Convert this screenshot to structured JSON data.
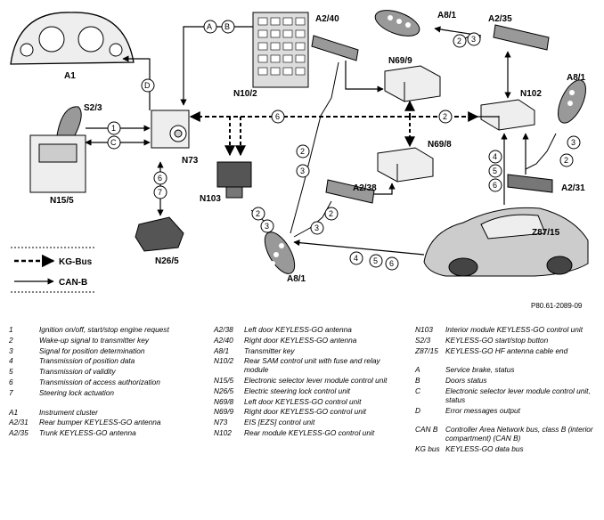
{
  "components": {
    "a1": "A1",
    "a2_40": "A2/40",
    "a8_1_top": "A8/1",
    "a2_35": "A2/35",
    "n69_9": "N69/9",
    "n10_2": "N10/2",
    "a8_1_right": "A8/1",
    "n102": "N102",
    "s2_3": "S2/3",
    "n73": "N73",
    "n69_8": "N69/8",
    "n15_5": "N15/5",
    "n103": "N103",
    "a2_38": "A2/38",
    "a2_31": "A2/31",
    "z87_15": "Z87/15",
    "n26_5": "N26/5",
    "a8_1_bottom": "A8/1"
  },
  "markers": {
    "a": "A",
    "b": "B",
    "c": "C",
    "d": "D",
    "n1": "1",
    "n2": "2",
    "n3": "3",
    "n4": "4",
    "n5": "5",
    "n6": "6",
    "n7": "7"
  },
  "key": {
    "kg_bus": "KG-Bus",
    "can_b": "CAN-B"
  },
  "reference": "P80.61-2089-09",
  "legend": {
    "col1": [
      {
        "k": "1",
        "v": "Ignition on/off, start/stop engine request"
      },
      {
        "k": "2",
        "v": "Wake-up signal to transmitter key"
      },
      {
        "k": "3",
        "v": "Signal for position determination"
      },
      {
        "k": "4",
        "v": "Transmission of position data"
      },
      {
        "k": "5",
        "v": "Transmission of validity"
      },
      {
        "k": "6",
        "v": "Transmission of access authorization"
      },
      {
        "k": "7",
        "v": "Steering lock actuation"
      },
      {
        "k": "A1",
        "v": "Instrument cluster"
      },
      {
        "k": "A2/31",
        "v": "Rear bumper KEYLESS-GO antenna"
      },
      {
        "k": "A2/35",
        "v": "Trunk KEYLESS-GO antenna"
      }
    ],
    "col2": [
      {
        "k": "A2/38",
        "v": "Left door KEYLESS-GO antenna"
      },
      {
        "k": "A2/40",
        "v": "Right door KEYLESS-GO antenna"
      },
      {
        "k": "A8/1",
        "v": "Transmitter key"
      },
      {
        "k": "N10/2",
        "v": "Rear SAM control unit with fuse and relay module"
      },
      {
        "k": "N15/5",
        "v": "Electronic selector lever module control unit"
      },
      {
        "k": "N26/5",
        "v": "Electric steering lock control unit"
      },
      {
        "k": "N69/8",
        "v": "Left door KEYLESS-GO control unit"
      },
      {
        "k": "N69/9",
        "v": "Right door KEYLESS-GO control unit"
      },
      {
        "k": "N73",
        "v": "EIS [EZS] control unit"
      },
      {
        "k": "N102",
        "v": "Rear module KEYLESS-GO control unit"
      }
    ],
    "col3": [
      {
        "k": "N103",
        "v": "Interior module KEYLESS-GO control unit"
      },
      {
        "k": "S2/3",
        "v": "KEYLESS-GO start/stop button"
      },
      {
        "k": "Z87/15",
        "v": "KEYLESS-GO HF antenna cable end"
      },
      {
        "k": "A",
        "v": "Service brake, status"
      },
      {
        "k": "B",
        "v": "Doors status"
      },
      {
        "k": "C",
        "v": "Electronic selector lever module control unit, status"
      },
      {
        "k": "D",
        "v": "Error messages output"
      },
      {
        "k": "CAN B",
        "v": "Controller Area Network bus, class B (interior compartment) (CAN B)"
      },
      {
        "k": "KG bus",
        "v": "KEYLESS-GO data bus"
      }
    ]
  }
}
